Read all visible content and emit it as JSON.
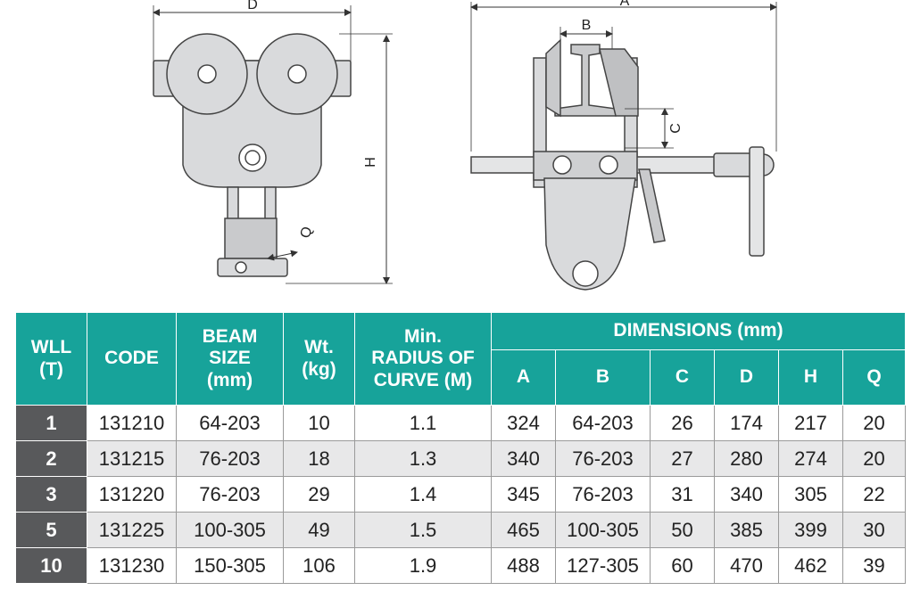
{
  "drawing": {
    "left_view_labels": {
      "d": "D",
      "h": "H",
      "q": "Q"
    },
    "right_view_labels": {
      "a": "A",
      "b": "B",
      "c": "C"
    }
  },
  "table": {
    "header": {
      "wll": [
        "WLL",
        "(T)"
      ],
      "code": "CODE",
      "beam_size": [
        "BEAM",
        "SIZE",
        "(mm)"
      ],
      "wt": [
        "Wt.",
        "(kg)"
      ],
      "min_radius": [
        "Min.",
        "RADIUS OF",
        "CURVE (M)"
      ],
      "dimensions": "DIMENSIONS (mm)",
      "dim_cols": [
        "A",
        "B",
        "C",
        "D",
        "H",
        "Q"
      ]
    },
    "rows": [
      {
        "wll": "1",
        "code": "131210",
        "beam": "64-203",
        "wt": "10",
        "radius": "1.1",
        "a": "324",
        "b": "64-203",
        "c": "26",
        "d": "174",
        "h": "217",
        "q": "20"
      },
      {
        "wll": "2",
        "code": "131215",
        "beam": "76-203",
        "wt": "18",
        "radius": "1.3",
        "a": "340",
        "b": "76-203",
        "c": "27",
        "d": "280",
        "h": "274",
        "q": "20"
      },
      {
        "wll": "3",
        "code": "131220",
        "beam": "76-203",
        "wt": "29",
        "radius": "1.4",
        "a": "345",
        "b": "76-203",
        "c": "31",
        "d": "340",
        "h": "305",
        "q": "22"
      },
      {
        "wll": "5",
        "code": "131225",
        "beam": "100-305",
        "wt": "49",
        "radius": "1.5",
        "a": "465",
        "b": "100-305",
        "c": "50",
        "d": "385",
        "h": "399",
        "q": "30"
      },
      {
        "wll": "10",
        "code": "131230",
        "beam": "150-305",
        "wt": "106",
        "radius": "1.9",
        "a": "488",
        "b": "127-305",
        "c": "60",
        "d": "470",
        "h": "462",
        "q": "39"
      }
    ]
  }
}
